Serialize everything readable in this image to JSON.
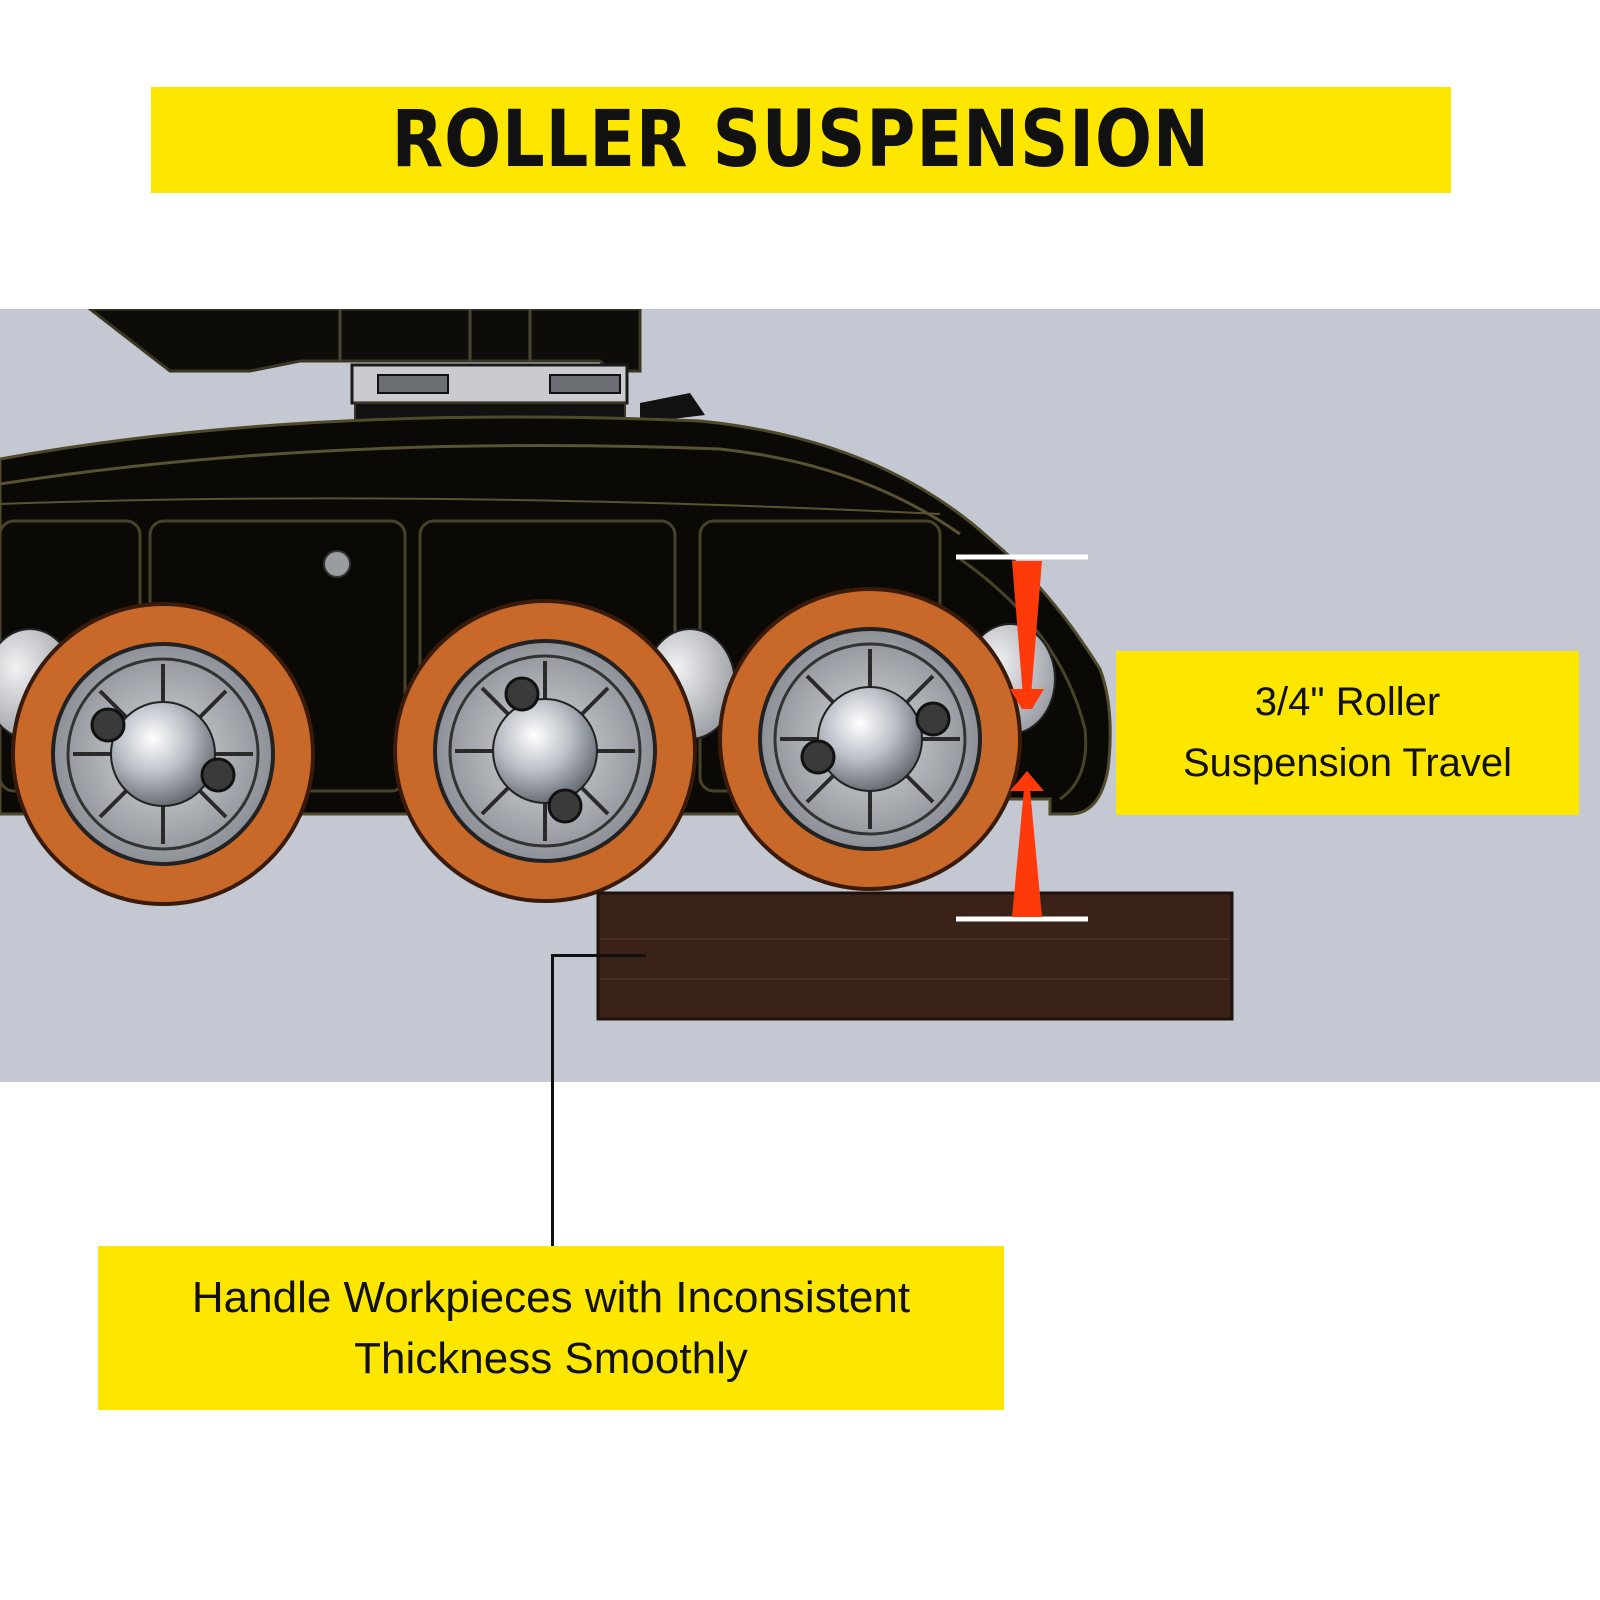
{
  "title": "ROLLER SUSPENSION",
  "callouts": {
    "travel_line1": "3/4\" Roller",
    "travel_line2": "Suspension Travel",
    "handle_line1": "Handle Workpieces with Inconsistent",
    "handle_line2": "Thickness Smoothly"
  },
  "colors": {
    "banner": "#FDE700",
    "scene_background": "#C4C8D3",
    "roller_tire": "#C8692A",
    "arrow": "#FF3A0A",
    "workpiece": "#3A2218",
    "housing": "#0A0906"
  }
}
